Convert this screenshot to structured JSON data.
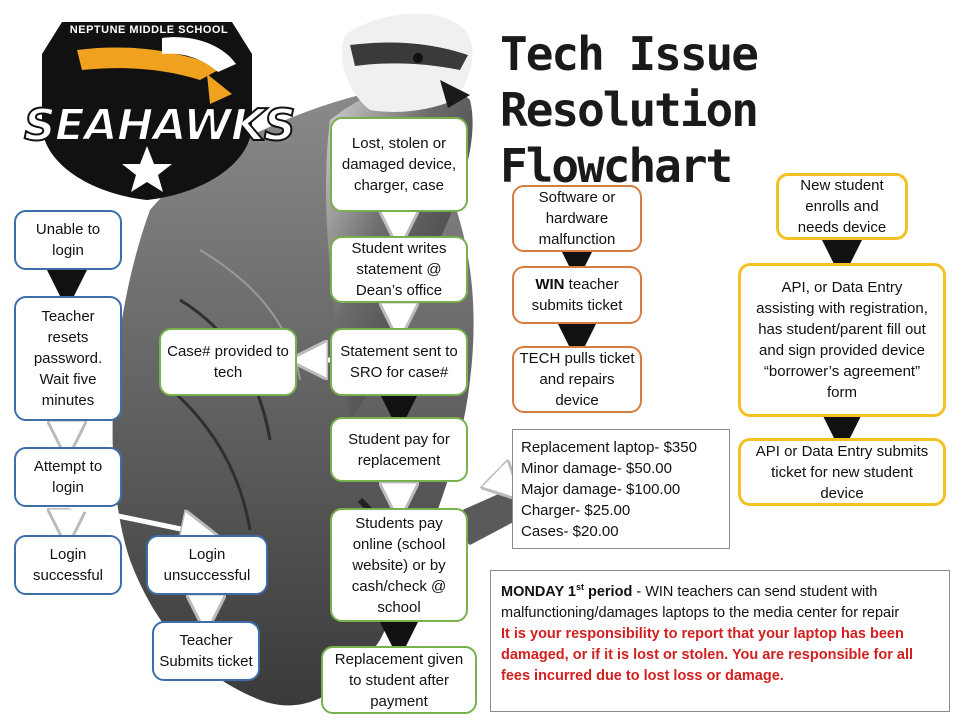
{
  "logo": {
    "school": "NEPTUNE MIDDLE SCHOOL",
    "mascot": "SEAHAWKS",
    "colors": {
      "gold": "#f0a21e",
      "black": "#111111",
      "white": "#ffffff"
    }
  },
  "title": {
    "line1": "Tech Issue",
    "line2": "Resolution Flowchart"
  },
  "nodes": {
    "unable_login": "Unable to login",
    "teacher_resets": "Teacher resets password. Wait five minutes",
    "attempt_login": "Attempt to login",
    "login_successful": "Login successful",
    "login_unsuccessful": "Login unsuccessful",
    "teacher_submits": "Teacher Submits ticket",
    "lost_stolen": "Lost, stolen or damaged device, charger, case",
    "student_writes": "Student writes statement @ Dean’s office",
    "statement_sent": "Statement sent to SRO for case#",
    "case_provided": "Case# provided to tech",
    "student_pay": "Student pay for replacement",
    "students_pay_online": "Students pay online (school website) or by cash/check @ school",
    "replacement_given": "Replacement given to student after payment",
    "software_hardware": "Software or hardware malfunction",
    "win_teacher": {
      "bold": "WIN",
      "rest": " teacher submits ticket"
    },
    "tech_pulls": "TECH pulls ticket and repairs device",
    "new_student": "New student enrolls and needs device",
    "api_assist": "API, or Data Entry assisting with registration, has student/parent fill out and sign provided device “borrower’s agreement” form",
    "api_submits": "API or Data Entry submits ticket for new student device"
  },
  "prices": [
    "Replacement laptop- $350",
    "Minor damage- $50.00",
    "Major damage- $100.00",
    "Charger- $25.00",
    "Cases- $20.00"
  ],
  "notice": {
    "lead_day": "MONDAY 1",
    "lead_sup": "st",
    "lead_period": " period",
    "body": " - WIN teachers can send student with malfunctioning/damages laptops to the media center for repair",
    "warning": "It is your responsibility to report that your laptop has been damaged, or if it is lost or stolen.   You are responsible for all fees incurred due to lost loss or damage."
  },
  "colors": {
    "blue": "#3e6ea9",
    "green": "#77b14e",
    "orange": "#d97c41",
    "yellow": "#f2c122",
    "warning_red": "#d21f1f"
  }
}
